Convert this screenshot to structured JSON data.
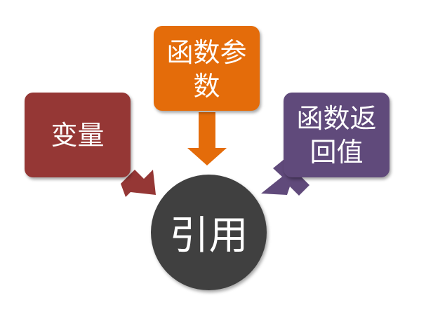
{
  "diagram": {
    "nodes": {
      "variable": {
        "label": "变量",
        "color": "#953735"
      },
      "function_param": {
        "label": "函数参\n数",
        "color": "#E46C0A"
      },
      "function_return": {
        "label": "函数返\n回值",
        "color": "#604A7B"
      },
      "reference": {
        "label": "引用",
        "color": "#404040"
      }
    },
    "edges": [
      {
        "from": "variable",
        "to": "reference"
      },
      {
        "from": "function_param",
        "to": "reference"
      },
      {
        "from": "function_return",
        "to": "reference"
      }
    ]
  }
}
